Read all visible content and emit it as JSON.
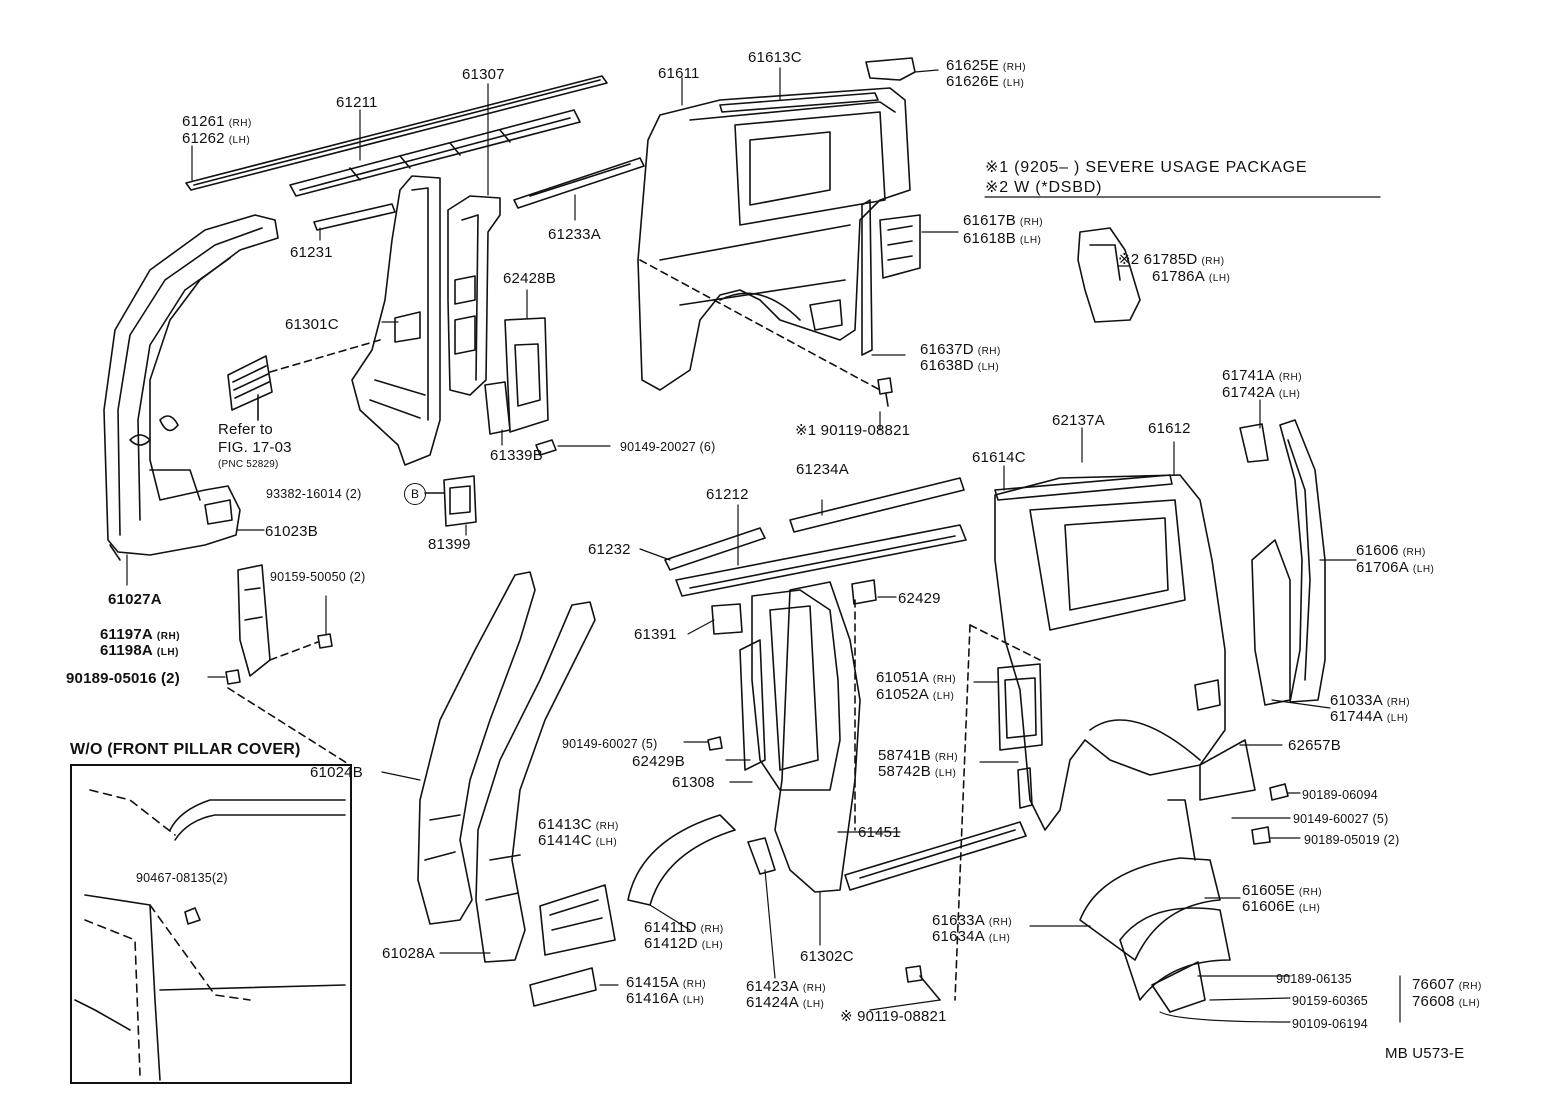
{
  "notes": {
    "line1": "※1 (9205–     ) SEVERE USAGE PACKAGE",
    "line2": "※2 W (*DSBD)"
  },
  "inset": {
    "title": "W/O (FRONT PILLAR COVER)",
    "part": "90467-08135(2)"
  },
  "refer": {
    "line1": "Refer to",
    "line2": "FIG. 17-03",
    "line3": "(PNC 52829)"
  },
  "circle_b": "B",
  "footer": "MB  U573-E",
  "parts": [
    {
      "id": "p61261",
      "text": "61261",
      "suffix": "(RH)"
    },
    {
      "id": "p61262",
      "text": "61262",
      "suffix": "(LH)"
    },
    {
      "id": "p61211",
      "text": "61211",
      "suffix": ""
    },
    {
      "id": "p61307",
      "text": "61307",
      "suffix": ""
    },
    {
      "id": "p61611",
      "text": "61611",
      "suffix": ""
    },
    {
      "id": "p61613C",
      "text": "61613C",
      "suffix": ""
    },
    {
      "id": "p61625E",
      "text": "61625E",
      "suffix": "(RH)"
    },
    {
      "id": "p61626E",
      "text": "61626E",
      "suffix": "(LH)"
    },
    {
      "id": "p61231",
      "text": "61231",
      "suffix": ""
    },
    {
      "id": "p61233A",
      "text": "61233A",
      "suffix": ""
    },
    {
      "id": "p61617B",
      "text": "61617B",
      "suffix": "(RH)"
    },
    {
      "id": "p61618B",
      "text": "61618B",
      "suffix": "(LH)"
    },
    {
      "id": "p61785D",
      "text": "※2 61785D",
      "suffix": "(RH)"
    },
    {
      "id": "p61786A",
      "text": "61786A",
      "suffix": "(LH)"
    },
    {
      "id": "p62428B",
      "text": "62428B",
      "suffix": ""
    },
    {
      "id": "p61301C",
      "text": "61301C",
      "suffix": ""
    },
    {
      "id": "p61637D",
      "text": "61637D",
      "suffix": "(RH)"
    },
    {
      "id": "p61638D",
      "text": "61638D",
      "suffix": "(LH)"
    },
    {
      "id": "p61741A",
      "text": "61741A",
      "suffix": "(RH)"
    },
    {
      "id": "p61742A",
      "text": "61742A",
      "suffix": "(LH)"
    },
    {
      "id": "p90119a",
      "text": "※1 90119-08821",
      "suffix": ""
    },
    {
      "id": "p61339B",
      "text": "61339B",
      "suffix": ""
    },
    {
      "id": "p90149-20027",
      "text": "90149-20027 (6)",
      "suffix": ""
    },
    {
      "id": "p62137A",
      "text": "62137A",
      "suffix": ""
    },
    {
      "id": "p61612",
      "text": "61612",
      "suffix": ""
    },
    {
      "id": "p61614C",
      "text": "61614C",
      "suffix": ""
    },
    {
      "id": "p93382",
      "text": "93382-16014 (2)",
      "suffix": ""
    },
    {
      "id": "p81399",
      "text": "81399",
      "suffix": ""
    },
    {
      "id": "p61212",
      "text": "61212",
      "suffix": ""
    },
    {
      "id": "p61234A",
      "text": "61234A",
      "suffix": ""
    },
    {
      "id": "p61023B",
      "text": "61023B",
      "suffix": ""
    },
    {
      "id": "p61027A",
      "text": "61027A",
      "suffix": ""
    },
    {
      "id": "p90159-50050",
      "text": "90159-50050 (2)",
      "suffix": ""
    },
    {
      "id": "p61232",
      "text": "61232",
      "suffix": ""
    },
    {
      "id": "p61606",
      "text": "61606",
      "suffix": "(RH)"
    },
    {
      "id": "p61706A",
      "text": "61706A",
      "suffix": "(LH)"
    },
    {
      "id": "p62429",
      "text": "62429",
      "suffix": ""
    },
    {
      "id": "p61197A",
      "text": "61197A",
      "suffix": "(RH)"
    },
    {
      "id": "p61198A",
      "text": "61198A",
      "suffix": "(LH)"
    },
    {
      "id": "p61391",
      "text": "61391",
      "suffix": ""
    },
    {
      "id": "p90189-05016",
      "text": "90189-05016 (2)",
      "suffix": ""
    },
    {
      "id": "p61051A",
      "text": "61051A",
      "suffix": "(RH)"
    },
    {
      "id": "p61052A",
      "text": "61052A",
      "suffix": "(LH)"
    },
    {
      "id": "p61033A",
      "text": "61033A",
      "suffix": "(RH)"
    },
    {
      "id": "p61744A",
      "text": "61744A",
      "suffix": "(LH)"
    },
    {
      "id": "p90149-60027a",
      "text": "90149-60027 (5)",
      "suffix": ""
    },
    {
      "id": "p62429B",
      "text": "62429B",
      "suffix": ""
    },
    {
      "id": "p62657B",
      "text": "62657B",
      "suffix": ""
    },
    {
      "id": "p61024B",
      "text": "61024B",
      "suffix": ""
    },
    {
      "id": "p61308",
      "text": "61308",
      "suffix": ""
    },
    {
      "id": "p58741B",
      "text": "58741B",
      "suffix": "(RH)"
    },
    {
      "id": "p58742B",
      "text": "58742B",
      "suffix": "(LH)"
    },
    {
      "id": "p90189-06094",
      "text": "90189-06094",
      "suffix": ""
    },
    {
      "id": "p90149-60027b",
      "text": "90149-60027 (5)",
      "suffix": ""
    },
    {
      "id": "p61413C",
      "text": "61413C",
      "suffix": "(RH)"
    },
    {
      "id": "p61414C",
      "text": "61414C",
      "suffix": "(LH)"
    },
    {
      "id": "p61451",
      "text": "61451",
      "suffix": ""
    },
    {
      "id": "p90189-05019",
      "text": "90189-05019 (2)",
      "suffix": ""
    },
    {
      "id": "p61605E",
      "text": "61605E",
      "suffix": "(RH)"
    },
    {
      "id": "p61606E",
      "text": "61606E",
      "suffix": "(LH)"
    },
    {
      "id": "p61411D",
      "text": "61411D",
      "suffix": "(RH)"
    },
    {
      "id": "p61412D",
      "text": "61412D",
      "suffix": "(LH)"
    },
    {
      "id": "p61633A",
      "text": "61633A",
      "suffix": "(RH)"
    },
    {
      "id": "p61634A",
      "text": "61634A",
      "suffix": "(LH)"
    },
    {
      "id": "p61028A",
      "text": "61028A",
      "suffix": ""
    },
    {
      "id": "p61302C",
      "text": "61302C",
      "suffix": ""
    },
    {
      "id": "p90189-06135",
      "text": "90189-06135",
      "suffix": ""
    },
    {
      "id": "p76607",
      "text": "76607",
      "suffix": "(RH)"
    },
    {
      "id": "p90159-60365",
      "text": "90159-60365",
      "suffix": ""
    },
    {
      "id": "p76608",
      "text": "76608",
      "suffix": "(LH)"
    },
    {
      "id": "p61415A",
      "text": "61415A",
      "suffix": "(RH)"
    },
    {
      "id": "p61416A",
      "text": "61416A",
      "suffix": "(LH)"
    },
    {
      "id": "p61423A",
      "text": "61423A",
      "suffix": "(RH)"
    },
    {
      "id": "p61424A",
      "text": "61424A",
      "suffix": "(LH)"
    },
    {
      "id": "p90119b",
      "text": "※ 90119-08821",
      "suffix": ""
    },
    {
      "id": "p90109-06194",
      "text": "90109-06194",
      "suffix": ""
    }
  ]
}
